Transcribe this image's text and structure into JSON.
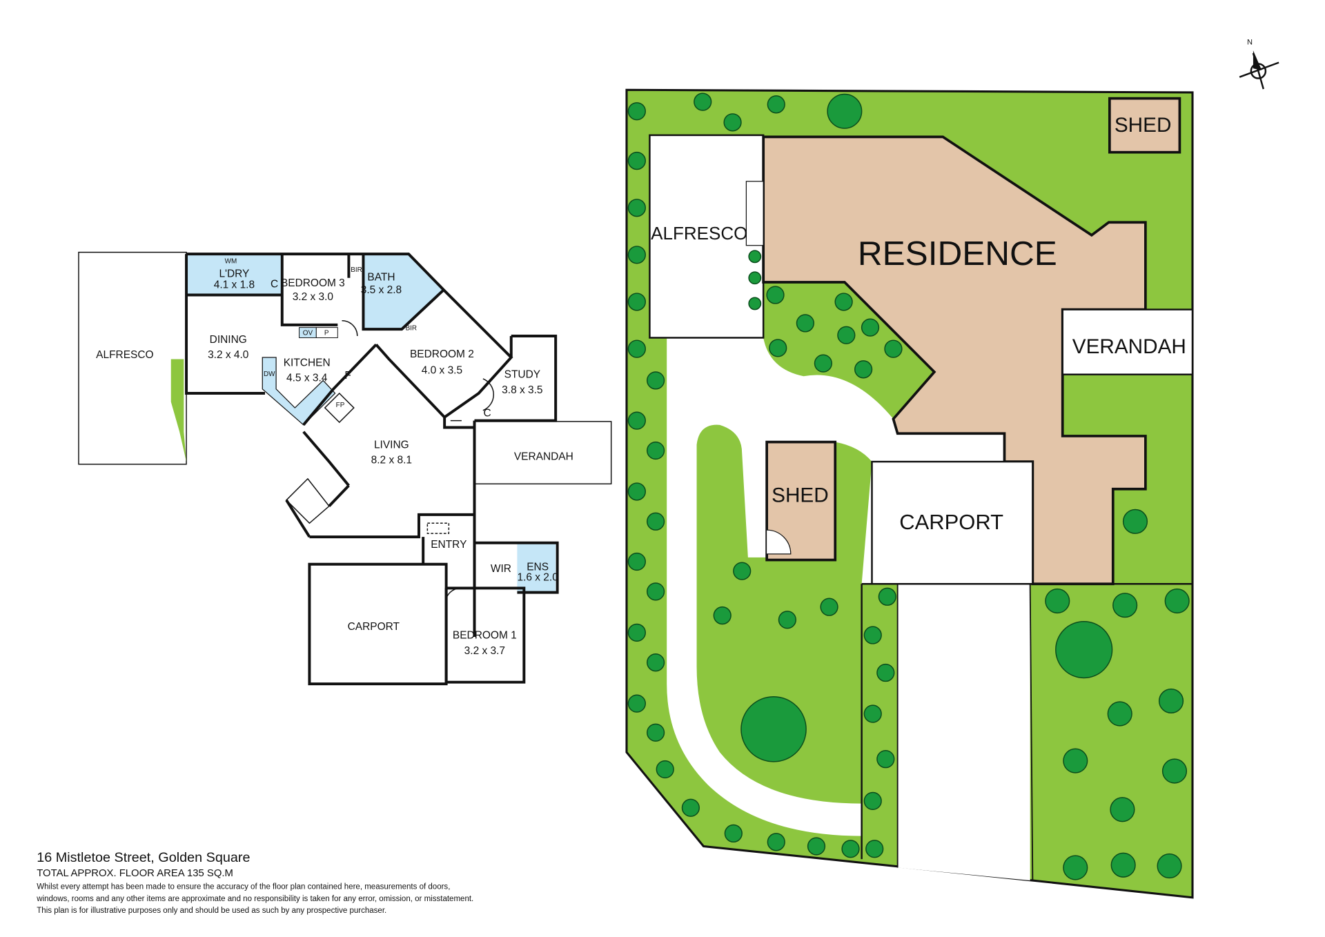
{
  "footer": {
    "address": "16 Mistletoe Street, Golden Square",
    "floor_area": "TOTAL APPROX. FLOOR AREA 135 SQ.M",
    "disclaimer": [
      "Whilst every attempt has been made to ensure the accuracy of the floor plan contained here, measurements of doors,",
      "windows, rooms and any other items are approximate and no responsibility is taken for any error, omission, or misstatement.",
      "This plan is for illustrative purposes only and should be used as such by any prospective purchaser."
    ]
  },
  "floor_plan": {
    "alfresco": "ALFRESCO",
    "laundry": {
      "name": "L'DRY",
      "size": "4.1 x 1.8"
    },
    "dining": {
      "name": "DINING",
      "size": "3.2 x 4.0"
    },
    "bedroom3": {
      "name": "BEDROOM 3",
      "size": "3.2 x 3.0"
    },
    "bath": {
      "name": "BATH",
      "size": "3.5 x 2.8"
    },
    "kitchen": {
      "name": "KITCHEN",
      "size": "4.5 x 3.4"
    },
    "bedroom2": {
      "name": "BEDROOM 2",
      "size": "4.0 x 3.5"
    },
    "study": {
      "name": "STUDY",
      "size": "3.8 x 3.5"
    },
    "living": {
      "name": "LIVING",
      "size": "8.2 x 8.1"
    },
    "verandah": "VERANDAH",
    "entry": "ENTRY",
    "carport": "CARPORT",
    "wir": "WIR",
    "ensuite": {
      "name": "ENS",
      "size": "1.6 x 2.0"
    },
    "bedroom1": {
      "name": "BEDROOM 1",
      "size": "3.2 x 3.7"
    },
    "fixtures": {
      "wm": "WM",
      "c": "C",
      "bir": "BIR",
      "ov": "OV",
      "p": "P",
      "dw": "DW",
      "f": "F",
      "fp": "FP"
    }
  },
  "site_plan": {
    "residence": "RESIDENCE",
    "alfresco": "ALFRESCO",
    "verandah": "VERANDAH",
    "carport": "CARPORT",
    "shed_top": "SHED",
    "shed_lawn": "SHED"
  },
  "compass": {
    "north": "N"
  },
  "colors": {
    "lawn": "#8dc63f",
    "tree": "#1a9a3c",
    "building": "#e3c5a9",
    "wet_area": "#c5e6f7"
  }
}
